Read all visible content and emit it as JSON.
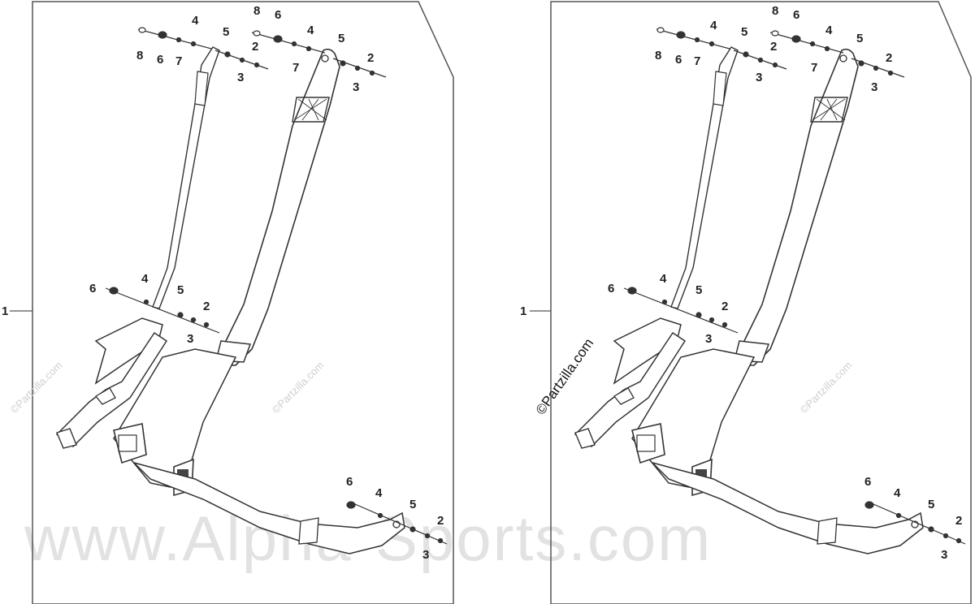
{
  "site_watermark": "www.Alpha-Sports.com",
  "patzilla_watermark": "©Partzilla.com",
  "brand_mark": "©Partzilla.com",
  "assembly_callout": "1",
  "parts": [
    "2",
    "3",
    "4",
    "5",
    "6",
    "7",
    "8"
  ]
}
